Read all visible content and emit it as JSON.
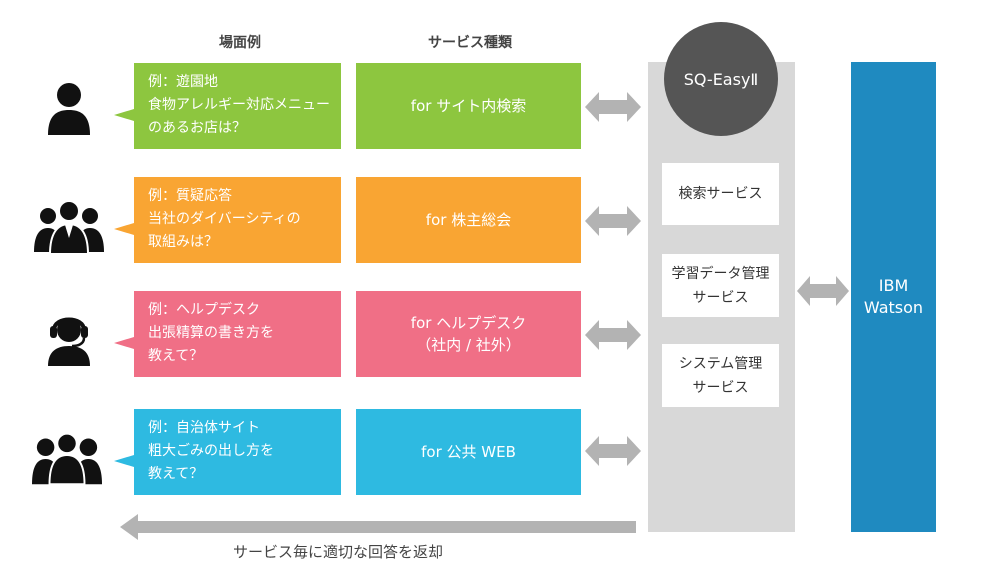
{
  "headers": {
    "scene": "場面例",
    "service": "サービス種類"
  },
  "rows": [
    {
      "icon": "person-icon",
      "lines": [
        "例：遊園地",
        "食物アレルギー対応メニュー",
        "のあるお店は？"
      ],
      "service": [
        "for サイト内検索"
      ],
      "color": "#8dc63f"
    },
    {
      "icon": "group-icon",
      "lines": [
        "例：質疑応答",
        "当社のダイバーシティの",
        "取組みは？"
      ],
      "service": [
        "for 株主総会"
      ],
      "color": "#f9a533"
    },
    {
      "icon": "headset-operator-icon",
      "lines": [
        "例：ヘルプデスク",
        "出張精算の書き方を",
        "教えて？"
      ],
      "service": [
        "for ヘルプデスク",
        "（社内 / 社外）"
      ],
      "color": "#f06f86"
    },
    {
      "icon": "crowd-icon",
      "lines": [
        "例：自治体サイト",
        "粗大ごみの出し方を",
        "教えて？"
      ],
      "service": [
        "for 公共 WEB"
      ],
      "color": "#2ebae1"
    }
  ],
  "engine": {
    "name": "SQ-EasyⅡ",
    "services": [
      [
        "検索サービス"
      ],
      [
        "学習データ管理",
        "サービス"
      ],
      [
        "システム管理",
        "サービス"
      ]
    ]
  },
  "watson": [
    "IBM",
    "Watson"
  ],
  "return_label": "サービス毎に適切な回答を返却",
  "colors": {
    "panel": "#d8d8d8",
    "circle": "#555555",
    "watson": "#1f8ac0",
    "arrow": "#b3b3b3"
  }
}
